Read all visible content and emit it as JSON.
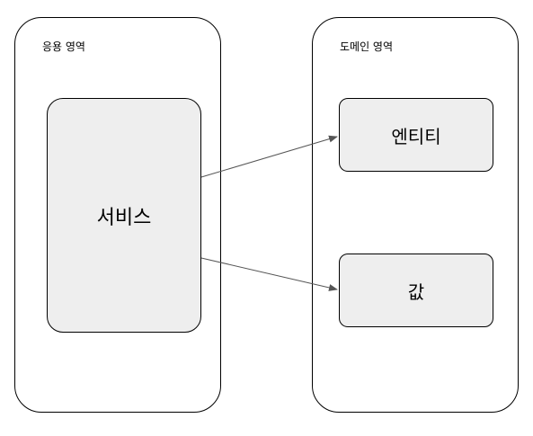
{
  "application_area": {
    "label": "응용 영역",
    "service": "서비스"
  },
  "domain_area": {
    "label": "도메인 영역",
    "entity": "엔티티",
    "value": "값"
  },
  "colors": {
    "border": "#000000",
    "node_fill": "#eeeeee",
    "arrow": "#555555"
  }
}
